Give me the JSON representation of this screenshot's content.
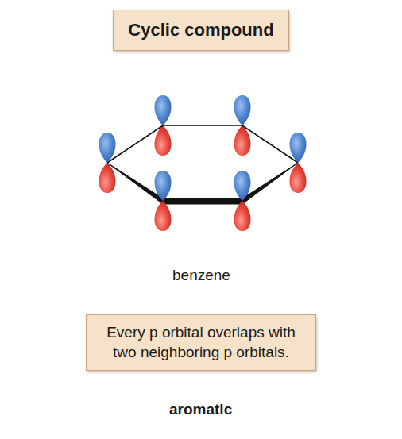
{
  "diagram": {
    "nodes": [
      {
        "text": [
          "Cyclic compound"
        ]
      },
      {
        "text": [
          "Every p orbital overlaps with two neighboring p orbitals."
        ]
      }
    ],
    "labels": [
      "benzene",
      "aromatic"
    ]
  }
}
